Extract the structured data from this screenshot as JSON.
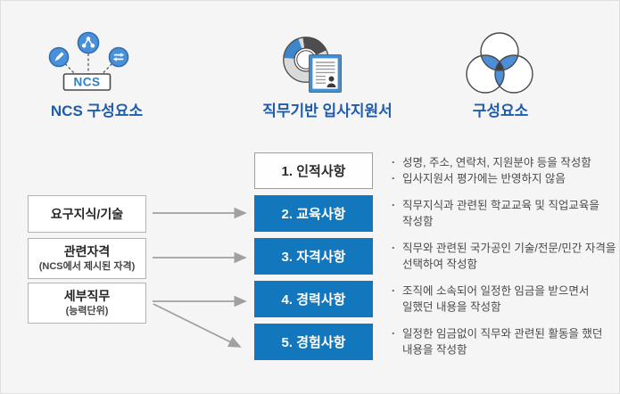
{
  "colors": {
    "background": "#f5f5f5",
    "accent_blue": "#1277bd",
    "title_blue": "#1e5cad",
    "icon_blue": "#4a90d9",
    "arrow_gray": "#a0a0a0",
    "bullet_text": "#4a4a4a"
  },
  "header": {
    "ncs_badge": "NCS",
    "items": [
      {
        "label": "NCS 구성요소",
        "icon": "ncs-network-icon"
      },
      {
        "label": "직무기반 입사지원서",
        "icon": "donut-chart-document-icon"
      },
      {
        "label": "구성요소",
        "icon": "venn-diagram-icon"
      }
    ]
  },
  "source_boxes": [
    {
      "title": "요구지식/기술",
      "subtitle": ""
    },
    {
      "title": "관련자격",
      "subtitle": "(NCS에서 제시된 자격)"
    },
    {
      "title": "세부직무",
      "subtitle": "(능력단위)"
    }
  ],
  "steps": [
    {
      "label": "1. 인적사항",
      "variant": "outline",
      "bullets": [
        "성명, 주소, 연락처, 지원분야 등을 작성함",
        "입사지원서 평가에는 반영하지 않음"
      ]
    },
    {
      "label": "2. 교육사항",
      "variant": "filled",
      "bullets": [
        "직무지식과 관련된 학교교육 및 직업교육을 작성함"
      ]
    },
    {
      "label": "3. 자격사항",
      "variant": "filled",
      "bullets": [
        "직무와 관련된 국가공인 기술/전문/민간 자격을 선택하여 작성함"
      ]
    },
    {
      "label": "4. 경력사항",
      "variant": "filled",
      "bullets": [
        "조직에 소속되어 일정한 임금을 받으면서 일했던 내용을 작성함"
      ]
    },
    {
      "label": "5. 경험사항",
      "variant": "filled",
      "bullets": [
        "일정한 임금없이 직무와 관련된 활동을 했던 내용을 작성함"
      ]
    }
  ]
}
